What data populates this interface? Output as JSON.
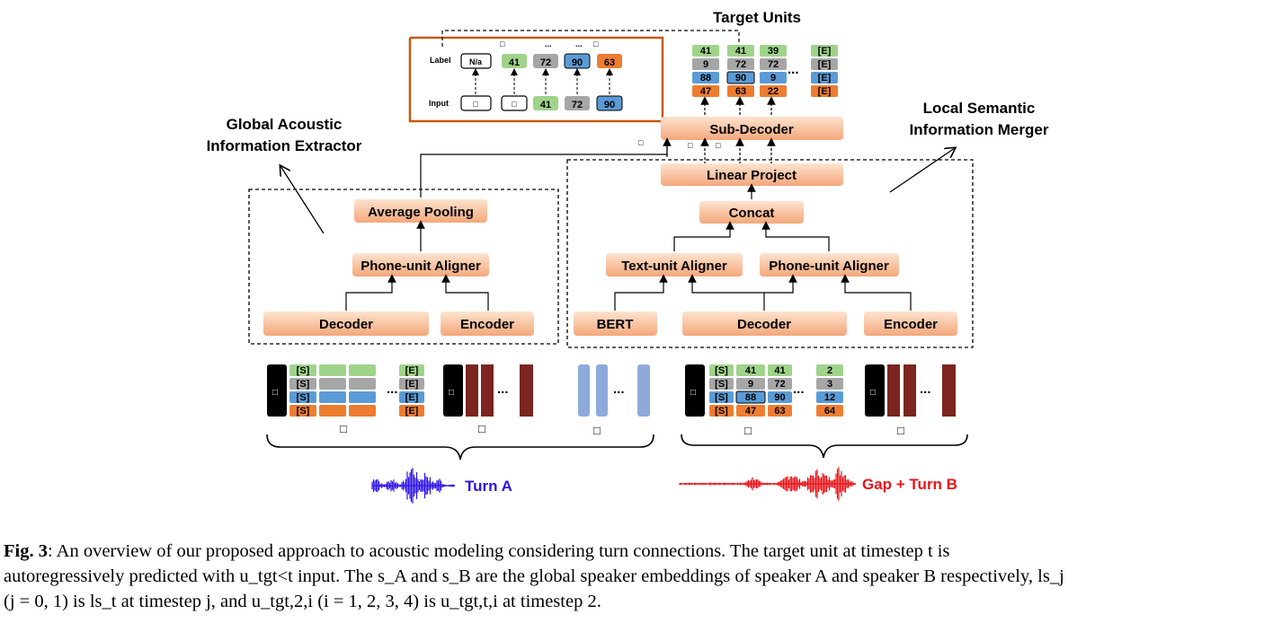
{
  "title": "Target Units",
  "labels": {
    "global_extractor": [
      "Global Acoustic",
      "Information Extractor"
    ],
    "local_merger": [
      "Local Semantic",
      "Information Merger"
    ],
    "label_row": "Label",
    "input_row": "Input",
    "turn_a": "Turn A",
    "gap_turn_b": "Gap + Turn B"
  },
  "boxes": {
    "sub_decoder": "Sub-Decoder",
    "linear_project": "Linear Project",
    "concat": "Concat",
    "average_pooling": "Average Pooling",
    "phone_unit_aligner": "Phone-unit Aligner",
    "text_unit_aligner": "Text-unit Aligner",
    "decoder": "Decoder",
    "encoder": "Encoder",
    "bert": "BERT"
  },
  "inset": {
    "labels": [
      "N/a",
      "41",
      "72",
      "90",
      "63"
    ],
    "inputs": [
      "41",
      "72",
      "90"
    ],
    "ellipsis": "...",
    "glyph": "□"
  },
  "target_units": {
    "col1": [
      "41",
      "9",
      "88",
      "47"
    ],
    "col2": [
      "41",
      "72",
      "90",
      "63"
    ],
    "col3": [
      "39",
      "72",
      "9",
      "22"
    ],
    "col4": [
      "[E]",
      "[E]",
      "[E]",
      "[E]"
    ]
  },
  "turn_a_units": {
    "start": [
      "[S]",
      "[S]",
      "[S]",
      "[S]"
    ],
    "end": [
      "[E]",
      "[E]",
      "[E]",
      "[E]"
    ]
  },
  "turn_b_units": {
    "start": [
      "[S]",
      "[S]",
      "[S]",
      "[S]"
    ],
    "c2": [
      "41",
      "9",
      "88",
      "47"
    ],
    "c3": [
      "41",
      "72",
      "90",
      "63"
    ],
    "c4": [
      "2",
      "3",
      "12",
      "64"
    ]
  },
  "caption": {
    "fig": "Fig. 3",
    "line1": ": An overview of our proposed approach to acoustic modeling considering turn connections. The target unit at timestep t is",
    "line2": "autoregressively predicted with u_tgt<t input. The s_A and s_B are the global speaker embeddings of speaker A and speaker B respectively, ls_j",
    "line3": "(j = 0, 1) is ls_t at timestep j, and u_tgt,2,i (i = 1, 2, 3, 4) is u_tgt,t,i at timestep 2."
  },
  "colors": {
    "box_fill": "#f8c49a",
    "green": "#9fd38a",
    "gray": "#a6a6a6",
    "blue": "#5b9bd5",
    "orange": "#ed7d31",
    "dark_red": "#7b2420",
    "light_blue": "#8eaadb",
    "turn_a_wave": "#2d14e6",
    "turn_b_wave": "#e8141a",
    "inset_border": "#c55a11"
  }
}
